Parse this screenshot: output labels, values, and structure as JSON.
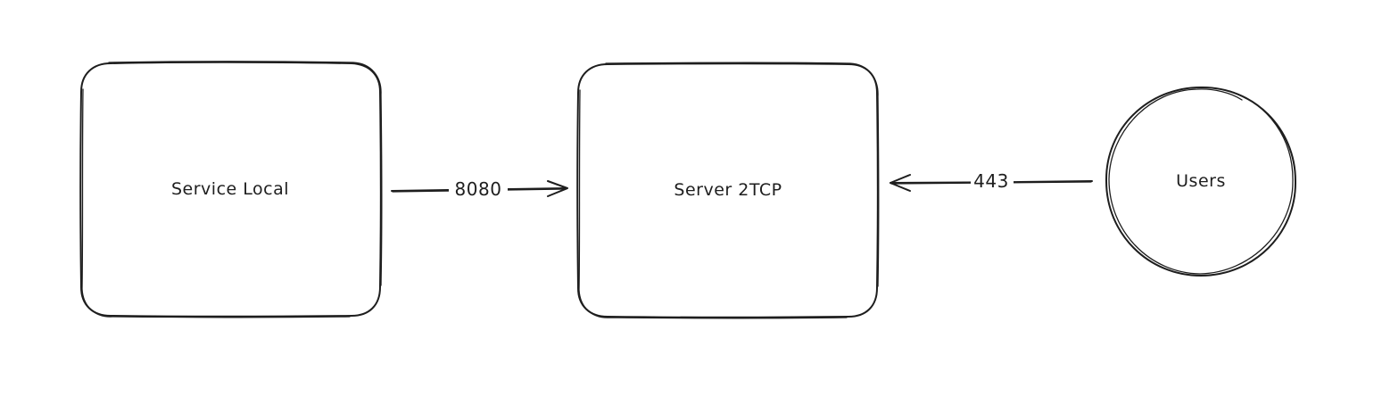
{
  "diagram": {
    "nodes": [
      {
        "id": "service-local",
        "label": "Service Local",
        "shape": "rounded-rectangle"
      },
      {
        "id": "server-2tcp",
        "label": "Server 2TCP",
        "shape": "rounded-rectangle"
      },
      {
        "id": "users",
        "label": "Users",
        "shape": "circle"
      }
    ],
    "edges": [
      {
        "from": "service-local",
        "to": "server-2tcp",
        "label": "8080"
      },
      {
        "from": "users",
        "to": "server-2tcp",
        "label": "443"
      }
    ]
  },
  "style": {
    "stroke_color": "#1e1e1e",
    "background_color": "#ffffff"
  }
}
